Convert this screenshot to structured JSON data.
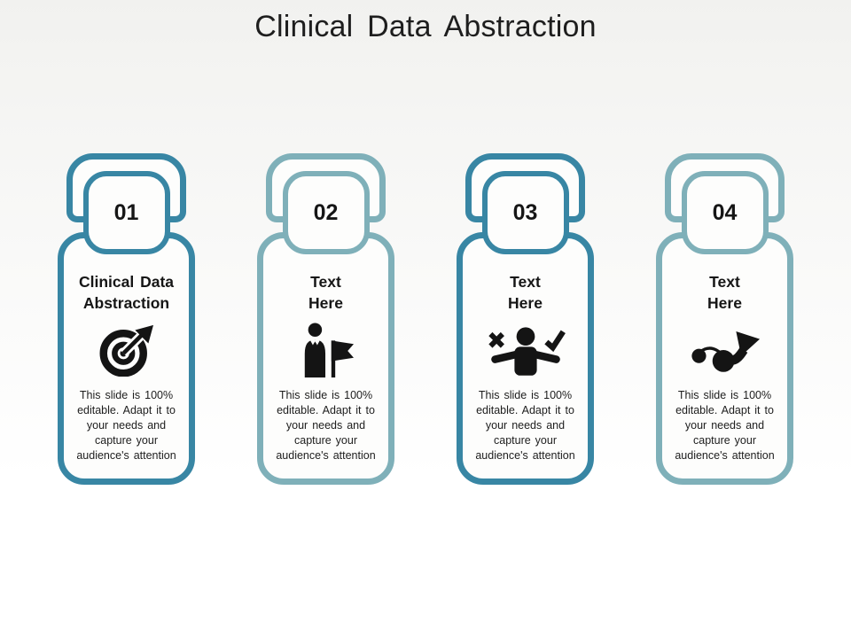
{
  "slide": {
    "title": "Clinical Data Abstraction"
  },
  "colors": {
    "dark_teal": "#3886a4",
    "light_teal": "#7fb0b9",
    "card_fill": "#fdfdfc",
    "background_top": "#f1f1ef",
    "background_bottom": "#ffffff",
    "text": "#161616"
  },
  "cards": [
    {
      "number": "01",
      "heading_line1": "Clinical Data",
      "heading_line2": "Abstraction",
      "icon": "target-arrow-icon",
      "description": "This slide is 100% editable. Adapt it to your needs and capture your audience's attention",
      "accent": "#3886a4"
    },
    {
      "number": "02",
      "heading_line1": "Text",
      "heading_line2": "Here",
      "icon": "man-with-flag-icon",
      "description": "This slide is 100% editable. Adapt it to your needs and capture your audience's attention",
      "accent": "#7fb0b9"
    },
    {
      "number": "03",
      "heading_line1": "Text",
      "heading_line2": "Here",
      "icon": "person-check-x-icon",
      "description": "This slide is 100% editable. Adapt it to your needs and capture your audience's attention",
      "accent": "#3886a4"
    },
    {
      "number": "04",
      "heading_line1": "Text",
      "heading_line2": "Here",
      "icon": "trend-path-arrow-icon",
      "description": "This slide is 100% editable. Adapt it to your needs and capture your audience's attention",
      "accent": "#7fb0b9"
    }
  ]
}
